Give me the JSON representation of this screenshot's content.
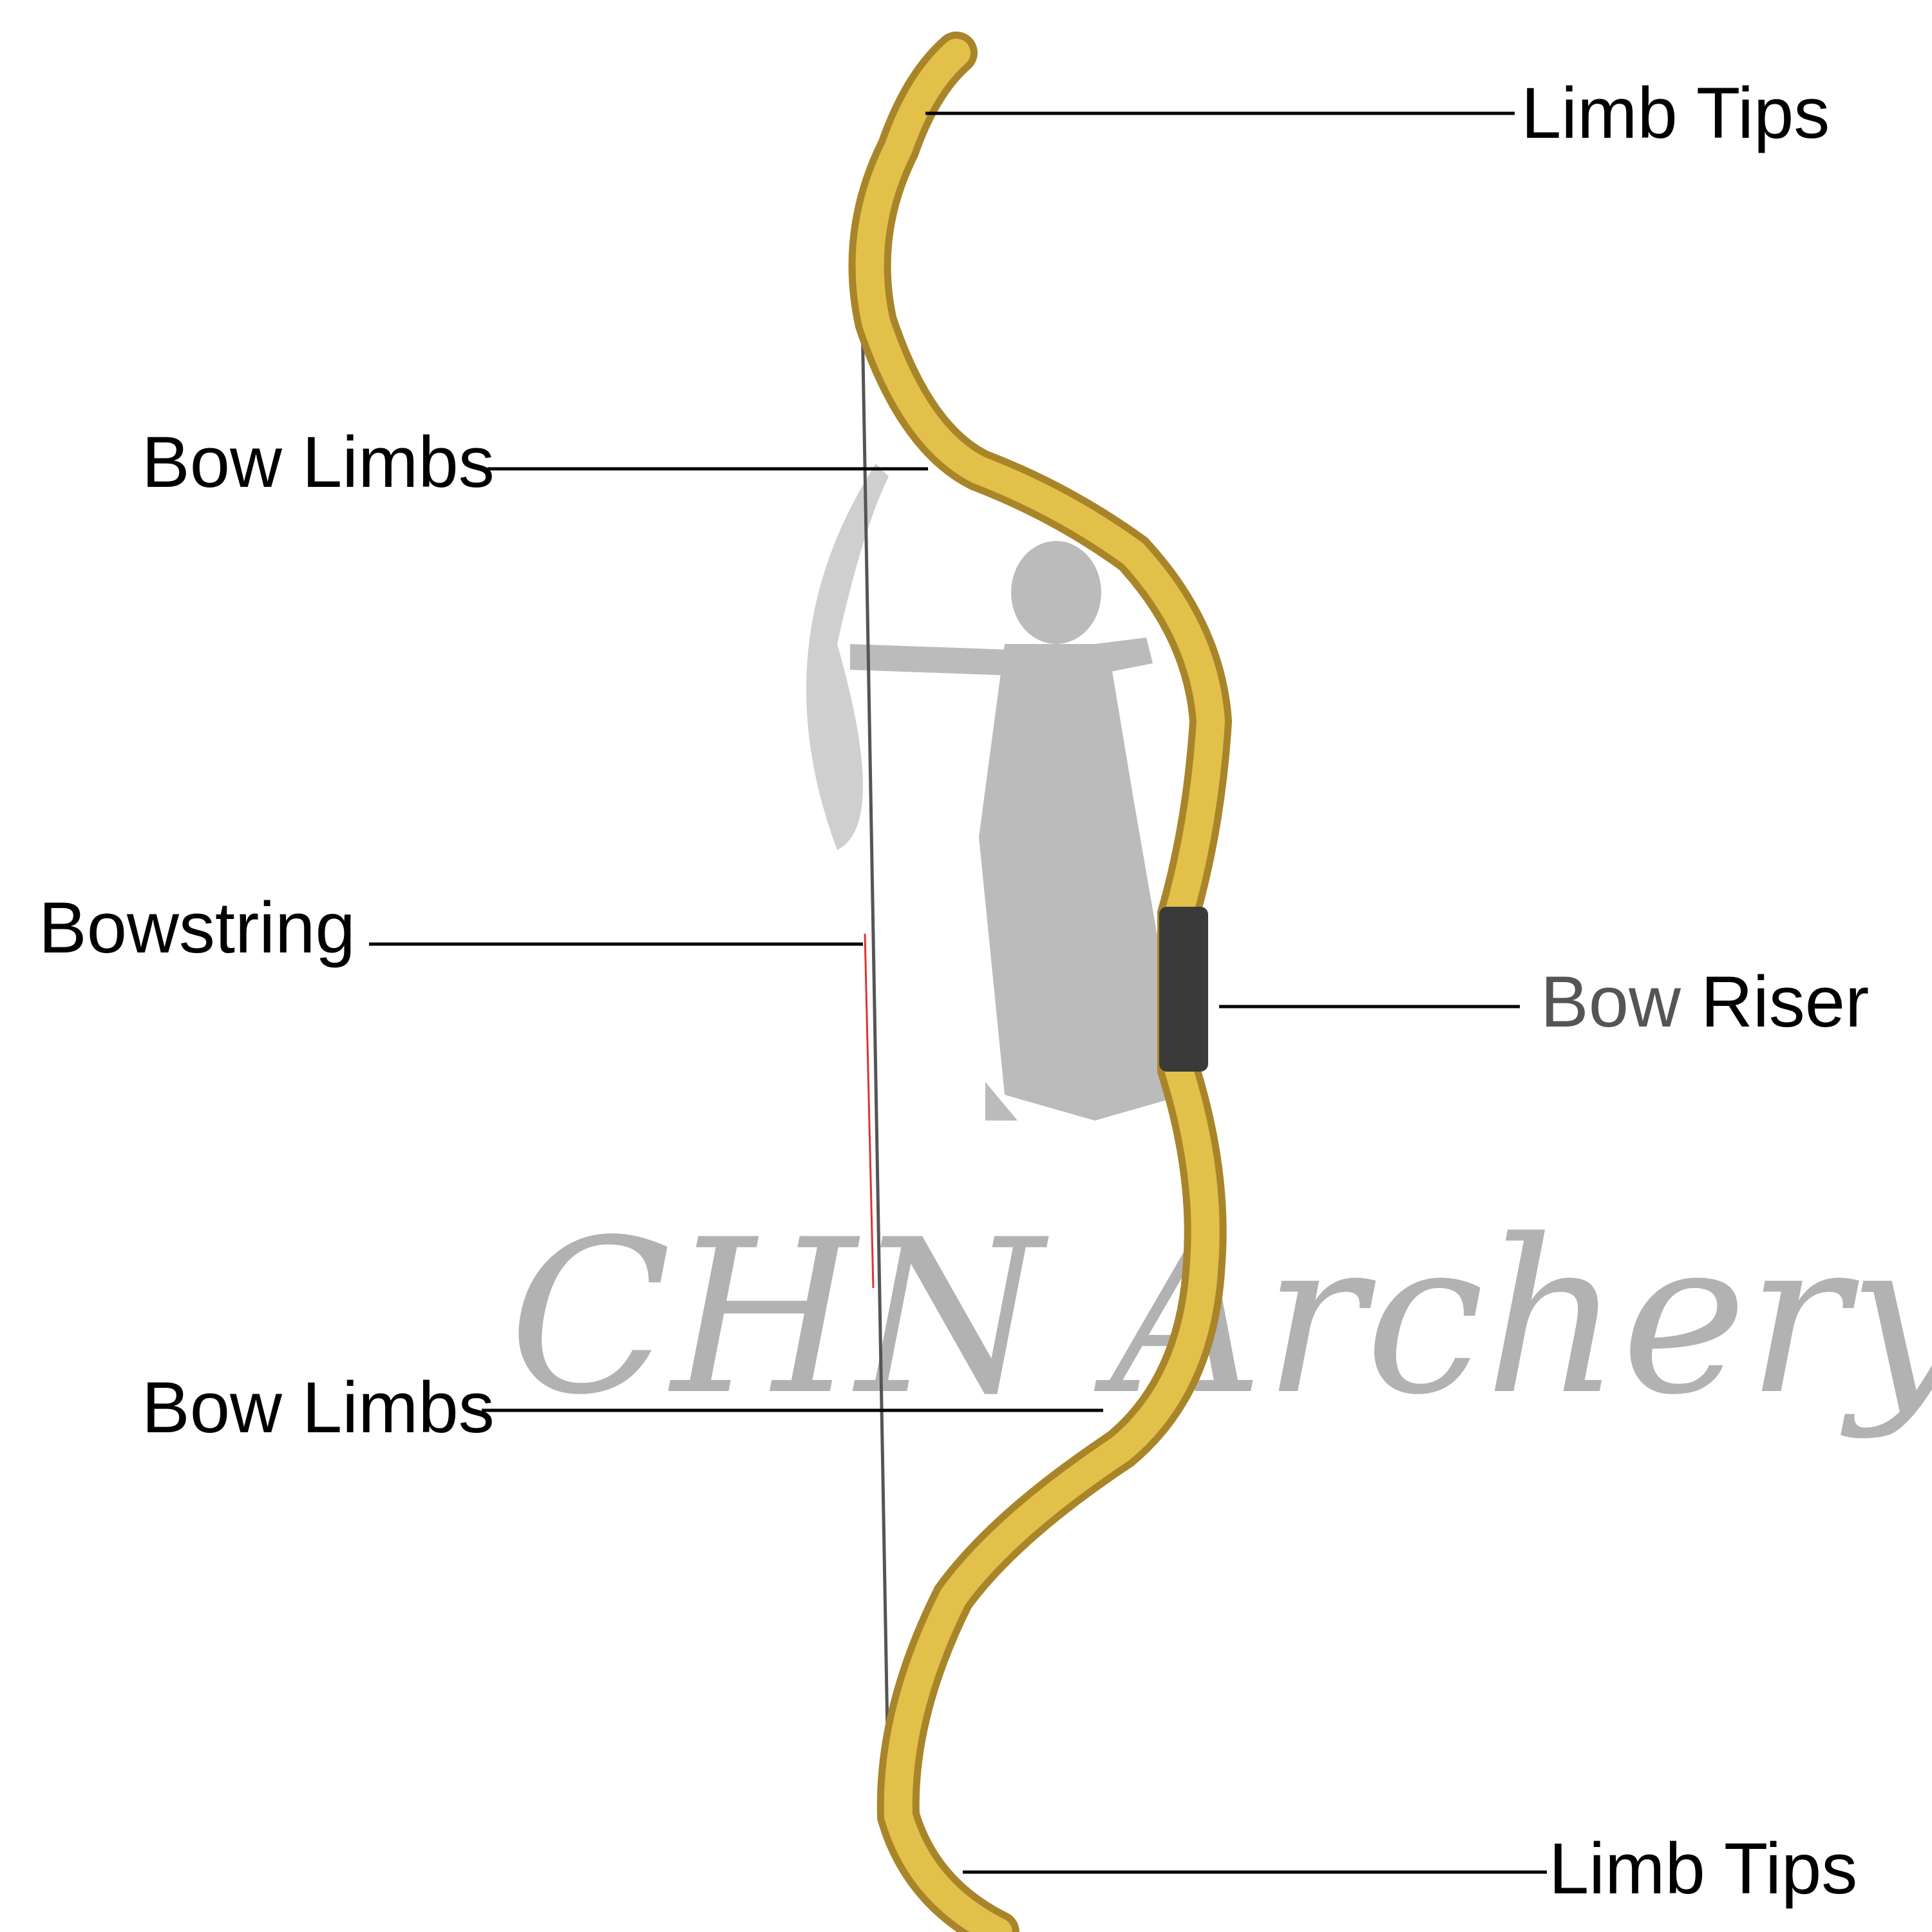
{
  "title": "Parts of a Bow",
  "labels": {
    "limb_tips_top": "Limb Tips",
    "bow_limbs_top": "Bow Limbs",
    "bowstring": "Bowstring",
    "bow_riser_word1": "Bow",
    "bow_riser_word2": "Riser",
    "bow_limbs_bottom": "Bow Limbs",
    "limb_tips_bottom": "Limb Tips"
  },
  "watermark": "CHN Archery",
  "colors": {
    "bow_wood": "#d9b33a",
    "bow_edge": "#a9852a",
    "grip": "#3a3a3a",
    "string": "#555555",
    "string_red": "#d33",
    "watermark": "#999999"
  }
}
